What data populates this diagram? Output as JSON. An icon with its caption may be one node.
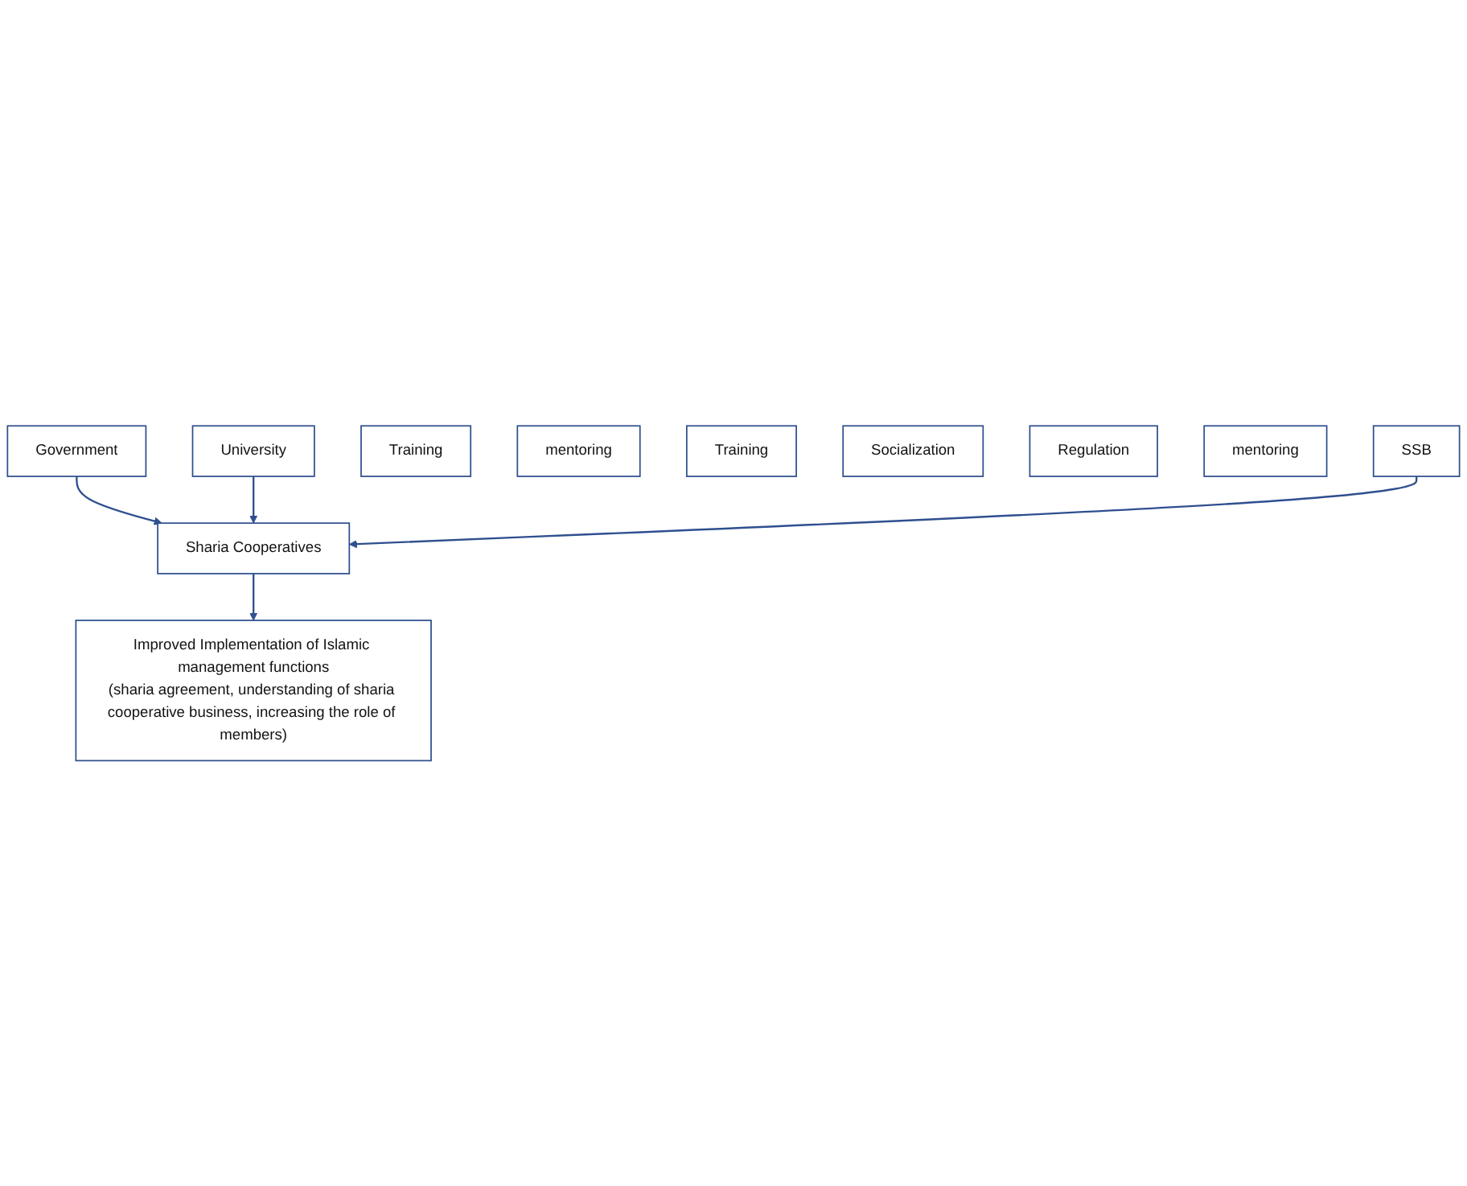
{
  "diagram": {
    "nodes": [
      {
        "text": [
          "Government"
        ]
      },
      {
        "text": [
          "University"
        ]
      },
      {
        "text": [
          "Training"
        ]
      },
      {
        "text": [
          "mentoring"
        ]
      },
      {
        "text": [
          "Training"
        ]
      },
      {
        "text": [
          "Socialization"
        ]
      },
      {
        "text": [
          "Regulation"
        ]
      },
      {
        "text": [
          "mentoring"
        ]
      },
      {
        "text": [
          "Sharia Cooperatives"
        ]
      },
      {
        "text": [
          "SSB"
        ]
      },
      {
        "text": [
          "Improved Implementation of Islamic management functions",
          "(sharia agreement, understanding of sharia cooperative business, increasing the role of members)"
        ]
      }
    ],
    "edges": [
      {
        "from": 0,
        "to": 8,
        "arrow": "to"
      },
      {
        "from": 1,
        "to": 8,
        "arrow": "to"
      },
      {
        "from": 9,
        "to": 8,
        "arrow": "to"
      },
      {
        "from": 8,
        "to": 10,
        "arrow": "to"
      }
    ]
  }
}
